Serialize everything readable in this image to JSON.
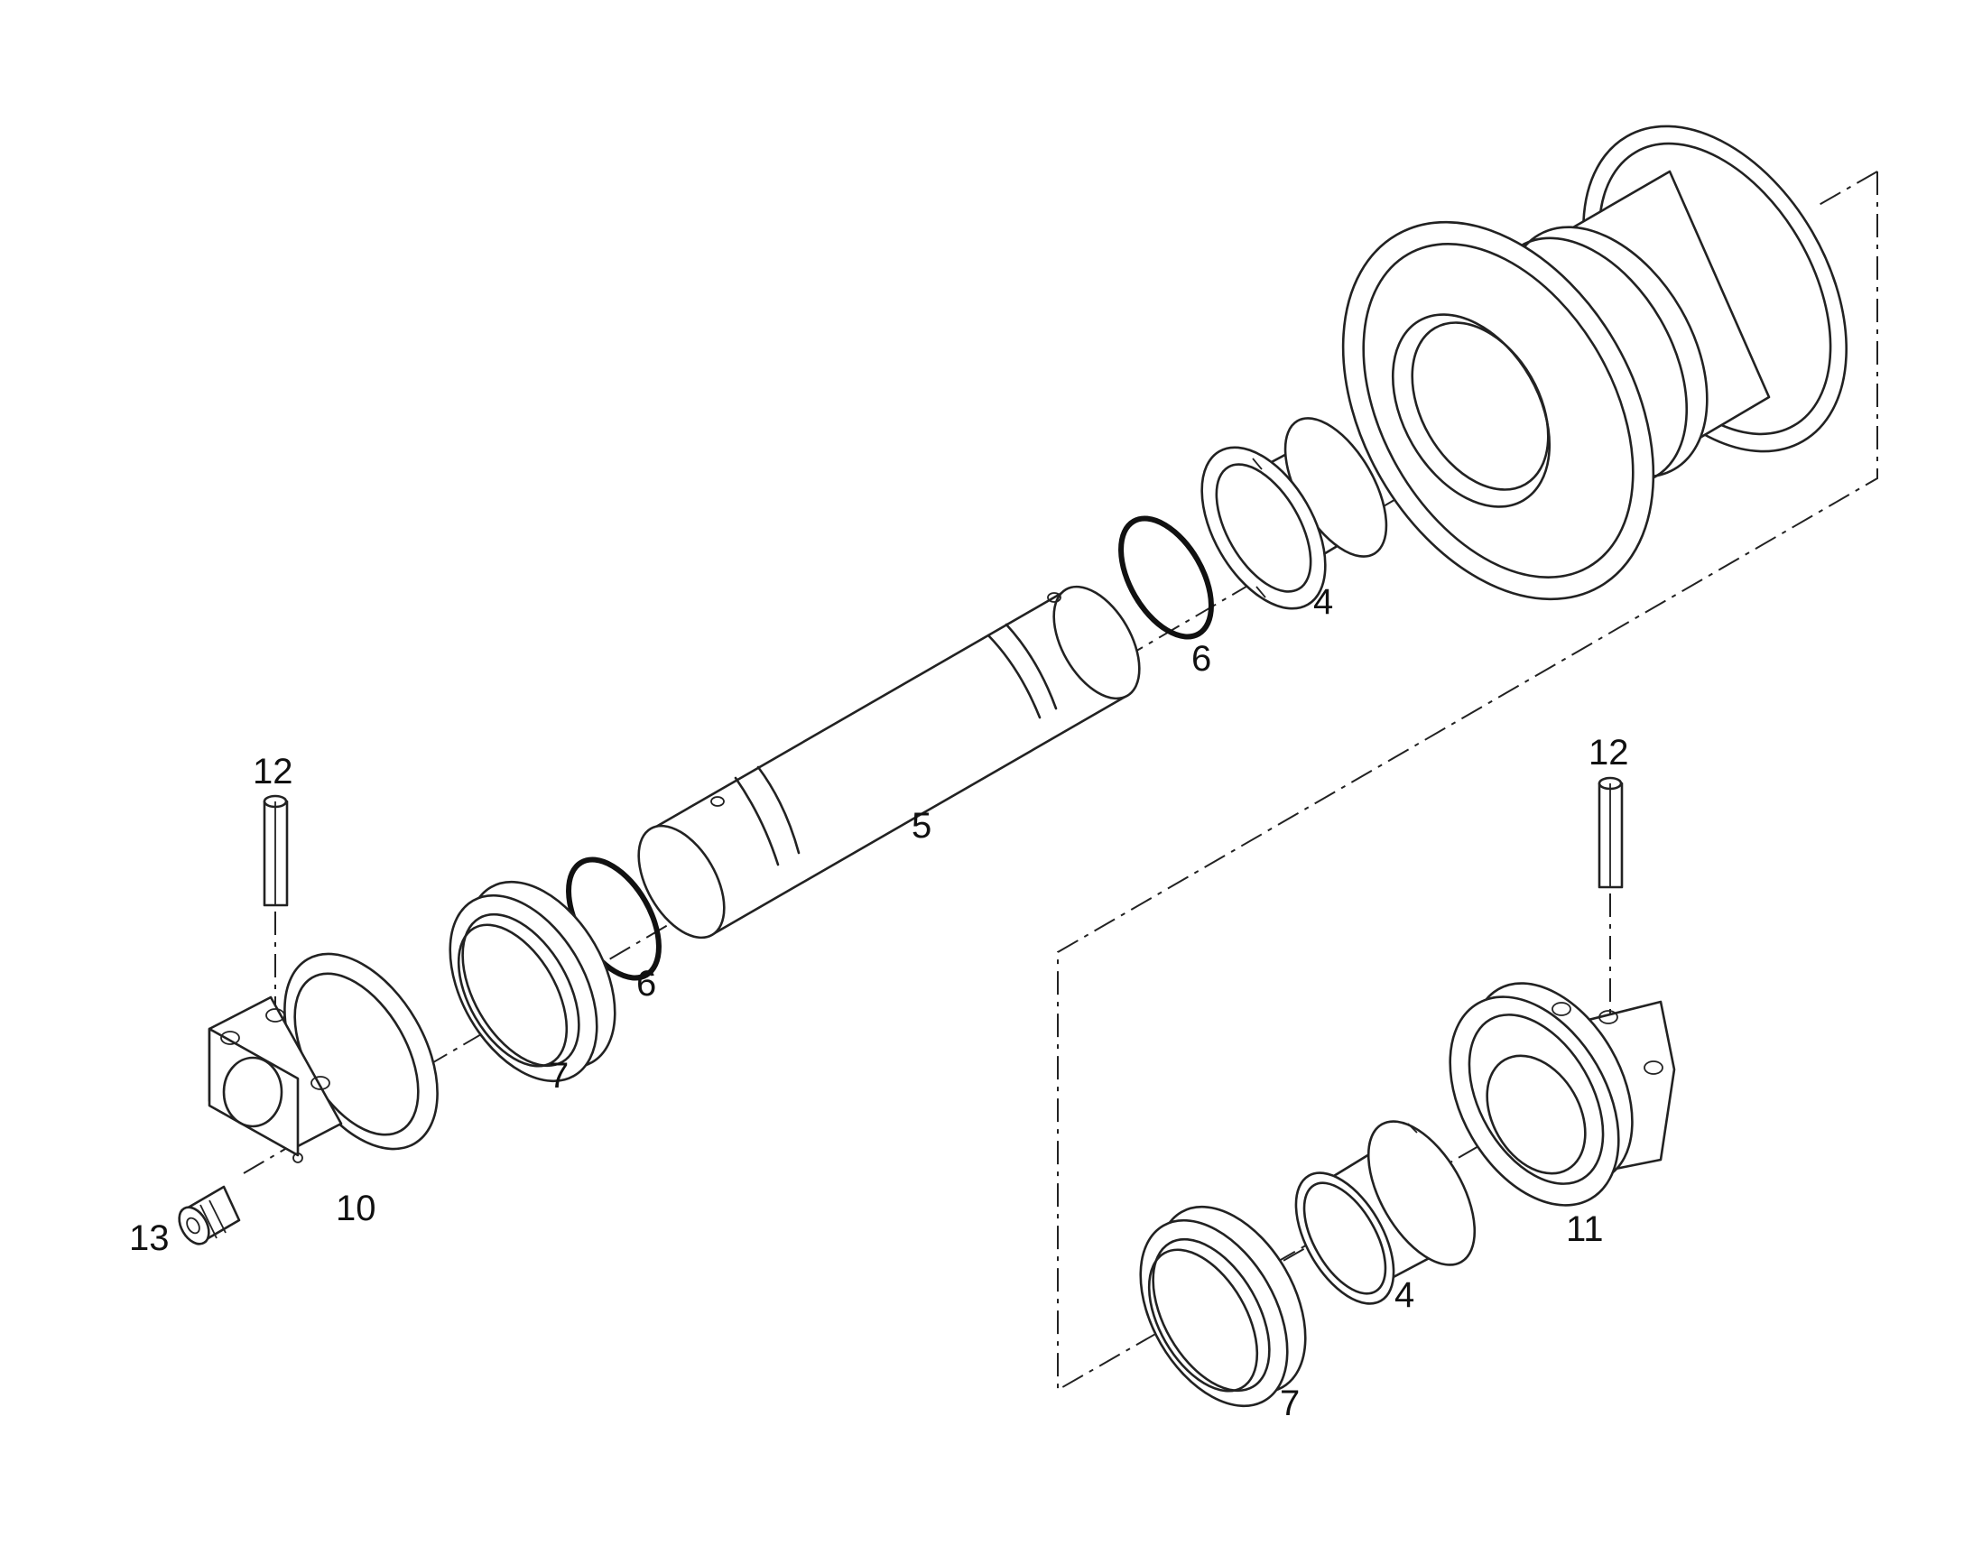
{
  "callouts": {
    "c12_left": "12",
    "c13": "13",
    "c10": "10",
    "c7_left": "7",
    "c6_left": "6",
    "c5": "5",
    "c6_right": "6",
    "c4_top": "4",
    "c12_right": "12",
    "c11": "11",
    "c4_bottom": "4",
    "c7_bottom": "7"
  }
}
